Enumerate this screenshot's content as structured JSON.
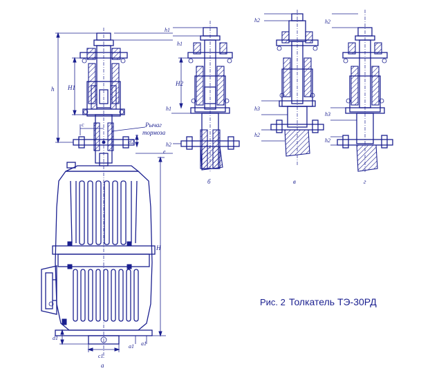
{
  "caption": {
    "prefix": "Рис. 2",
    "title": "Толкатель ТЭ-30РД"
  },
  "views": {
    "a": "а",
    "b": "б",
    "v": "в",
    "g": "г"
  },
  "callouts": {
    "lever_line1": "Рычаг",
    "lever_line2": "тормоза"
  },
  "dimensions": {
    "h": "h",
    "H": "H",
    "H1": "H1",
    "H2": "H2",
    "h1": "h1",
    "h2": "h2",
    "h3": "h3",
    "c": "c",
    "c1": "c1",
    "d1": "d1",
    "d2": "d2",
    "a1": "a1",
    "e": "e"
  },
  "colors": {
    "ink": "#1a1f8f",
    "background": "#ffffff"
  }
}
